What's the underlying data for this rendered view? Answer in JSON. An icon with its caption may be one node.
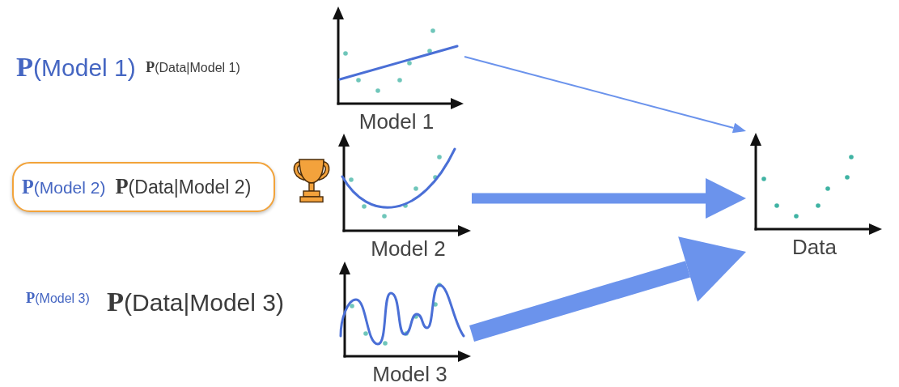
{
  "diagram": {
    "nodes": [
      {
        "text": [
          "Model 1"
        ]
      },
      {
        "text": [
          "**P**(Model 2)",
          "**P**(Data|Model 2)"
        ]
      },
      {
        "text": [
          "Model 2"
        ]
      },
      {
        "text": [
          "Model 3"
        ]
      },
      {
        "text": [
          "Data"
        ]
      }
    ],
    "edges": [
      {
        "from": 0,
        "to": 4,
        "arrow": "to"
      },
      {
        "from": 2,
        "to": 4,
        "arrow": "to"
      },
      {
        "from": 3,
        "to": 4,
        "arrow": "to"
      }
    ],
    "labels": [
      "**P**(Model 1)",
      "**P**(Data|Model 1)",
      "**P**(Model 3)",
      "**P**(Data|Model 3)"
    ]
  }
}
